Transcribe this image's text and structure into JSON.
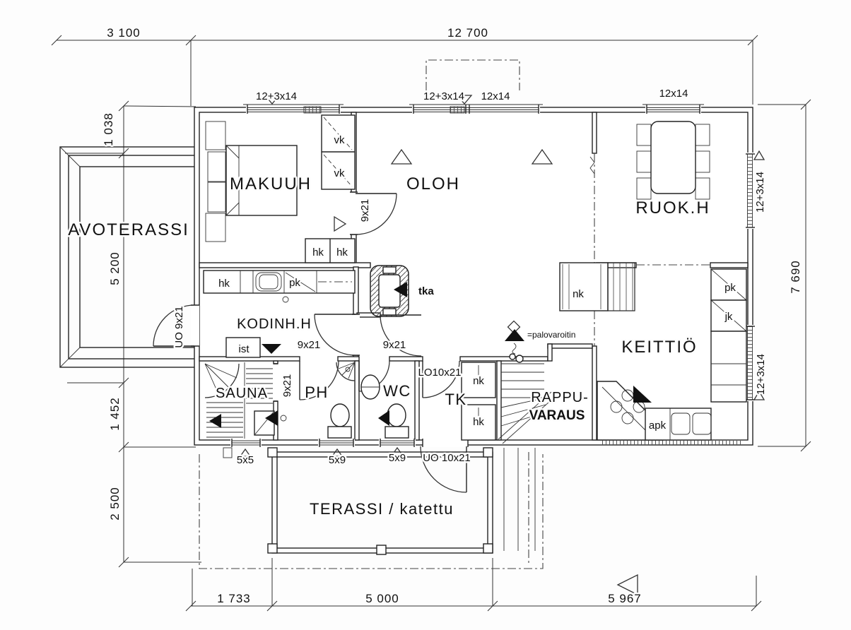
{
  "plan": {
    "rooms": {
      "avoterassi": "AVOTERASSI",
      "makuuh": "MAKUUH",
      "oloh": "OLOH",
      "ruokh": "RUOK.H",
      "keittio": "KEITTIÖ",
      "kodinhh": "KODINH.H",
      "sauna": "SAUNA",
      "ph": "PH",
      "wc": "WC",
      "tk": "TK",
      "rappu_line1": "RAPPU-",
      "rappu_line2": "VARAUS",
      "terassi": "TERASSI / katettu"
    },
    "dims": {
      "top_left": "3 100",
      "top_main": "12 700",
      "left_1": "1 038",
      "left_2": "5 200",
      "left_3": "1 452",
      "left_4": "2 500",
      "right_1": "7 690",
      "bottom_1": "1 733",
      "bottom_2": "5 000",
      "bottom_3": "5 967"
    },
    "windows": {
      "bedroom_top": "12+3x14",
      "living_top_a": "12+3x14",
      "living_top_b": "12x14",
      "dining_top": "12x14",
      "dining_right": "12+3x14",
      "kitchen_right": "12+3x14",
      "sauna_bottom": "5x5",
      "ph_bottom": "5x9",
      "wc_bottom": "5x9"
    },
    "doors": {
      "terrace_left": "UO 9x21",
      "bedroom": "9x21",
      "utility": "9x21",
      "hall": "9x21",
      "ph": "9x21",
      "tk_inner": "LO10x21",
      "tk_exterior": "UO 10x21"
    },
    "fixtures": {
      "vk1": "vk",
      "vk2": "vk",
      "hk_bed1": "hk",
      "hk_bed2": "hk",
      "hk_util": "hk",
      "pk_util": "pk",
      "seat": "ist",
      "nk_hall": "nk",
      "nk_tk": "nk",
      "hk_tk": "hk",
      "pk_kitchen": "pk",
      "jk_kitchen": "jk",
      "apk": "apk",
      "fireplace": "tka"
    },
    "legend": {
      "smoke_detector": "=palovaroitin"
    }
  }
}
